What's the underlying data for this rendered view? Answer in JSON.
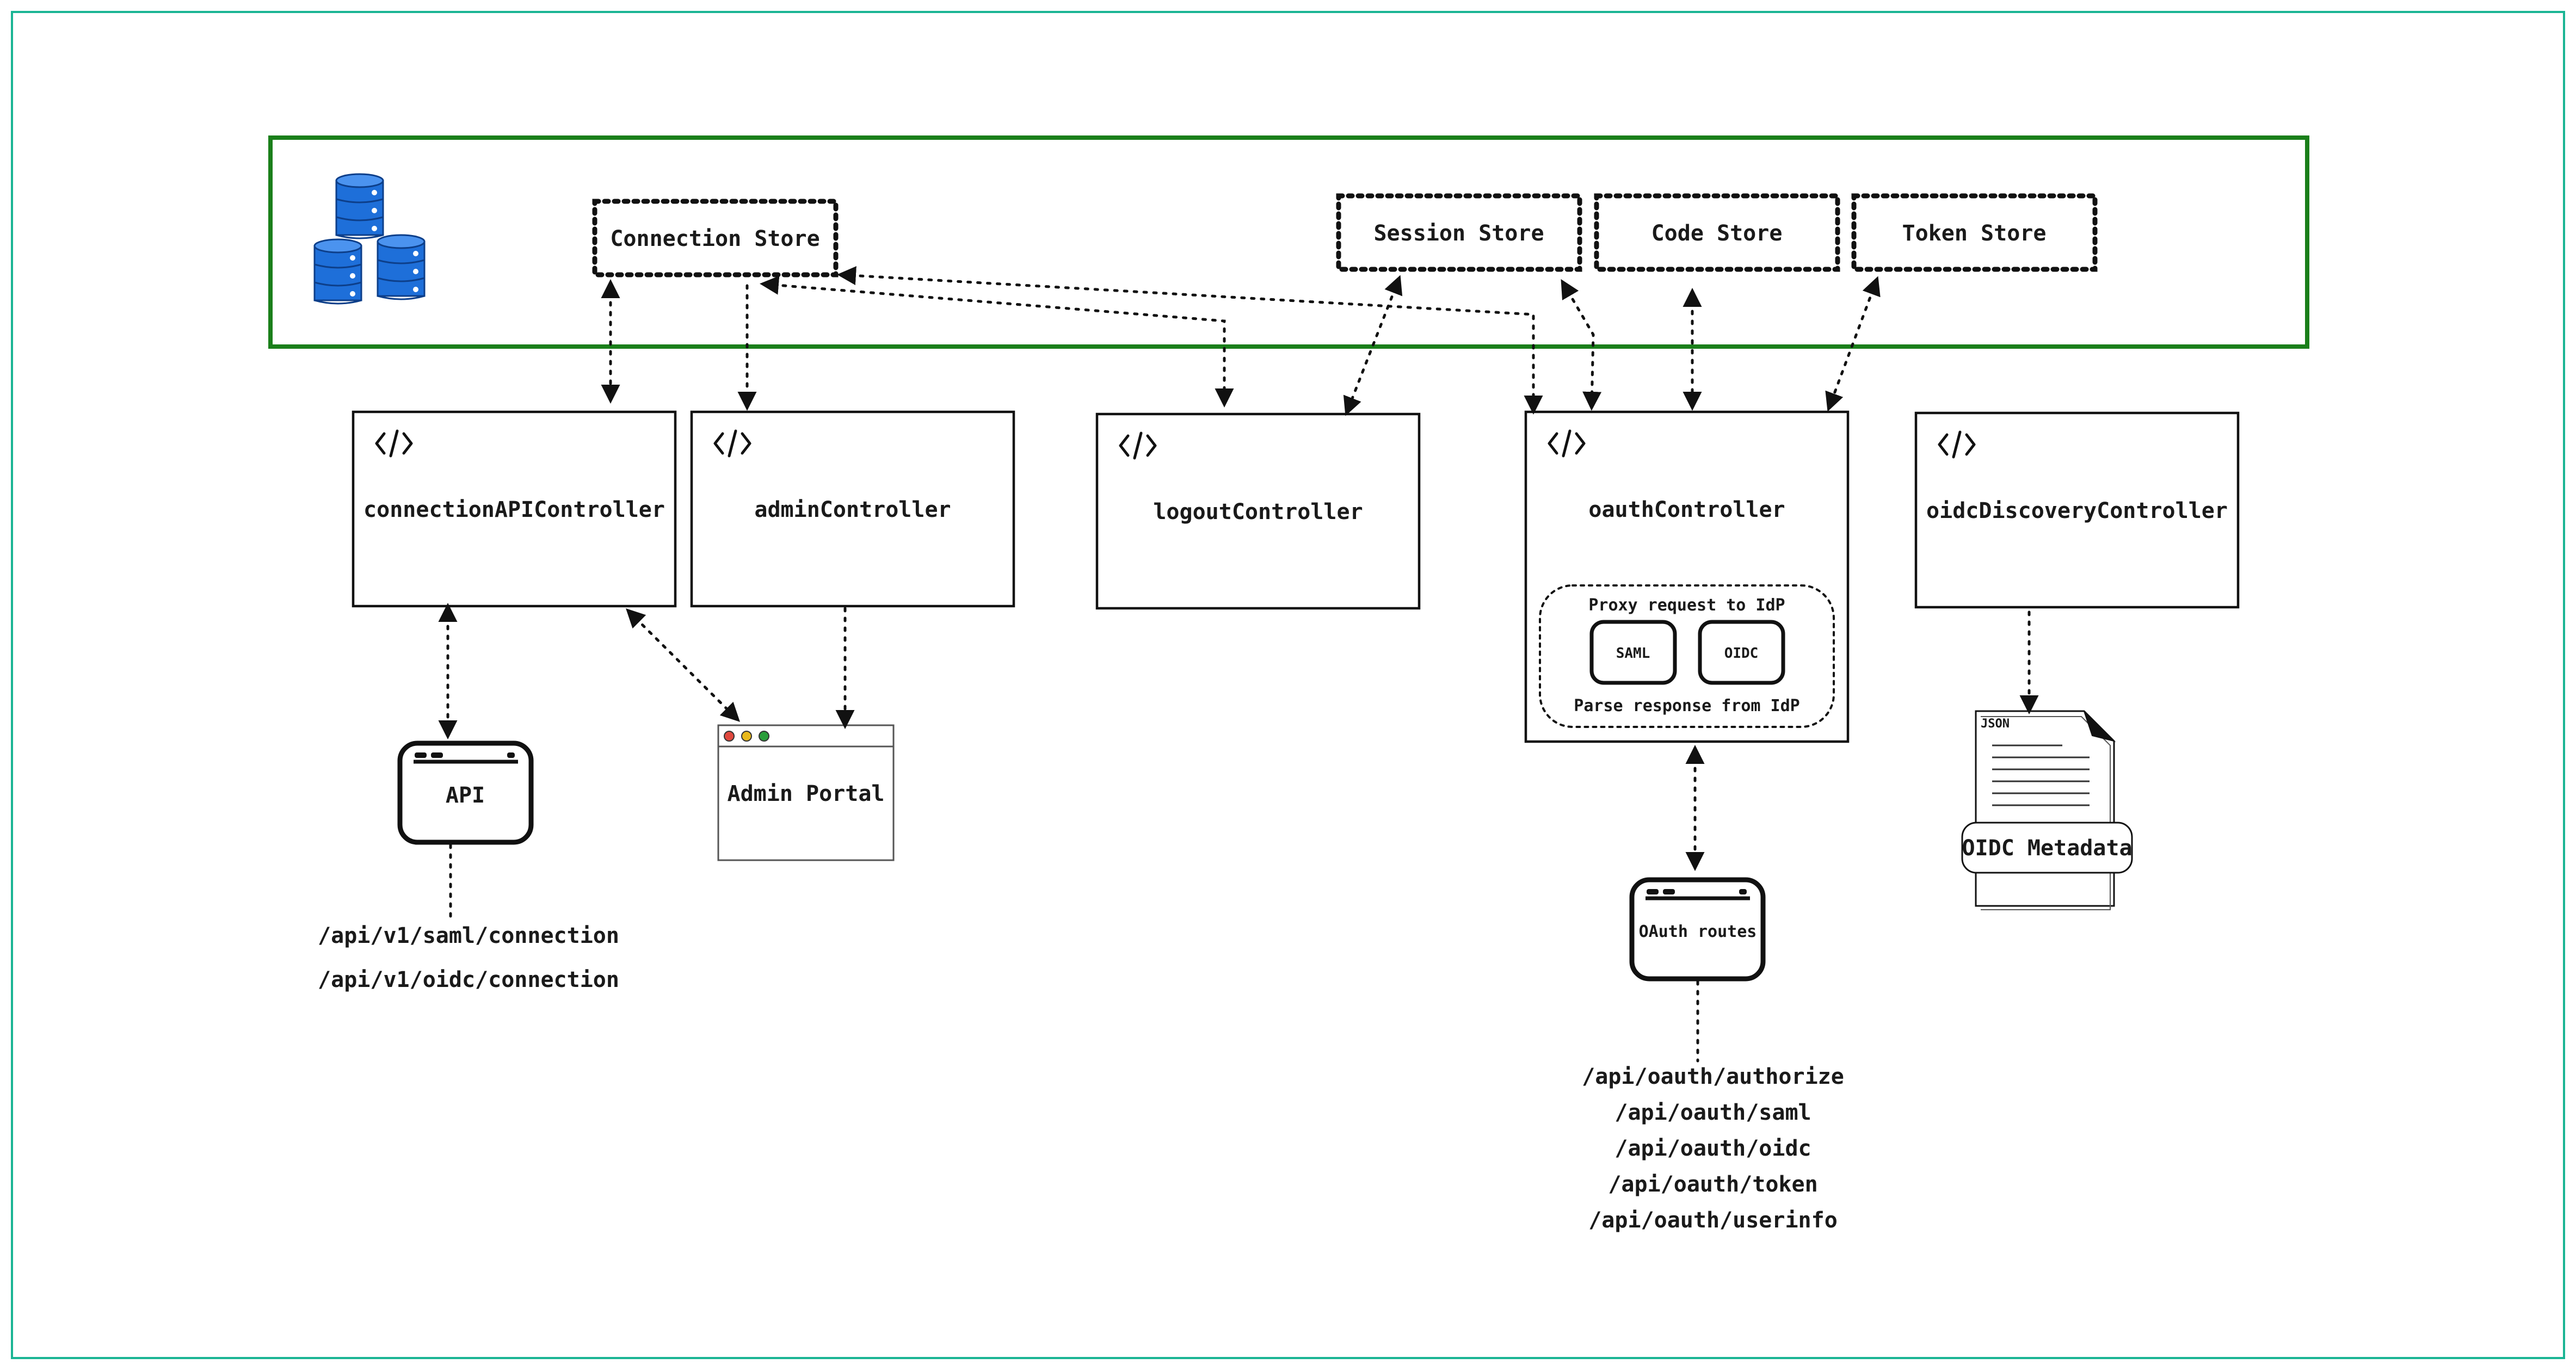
{
  "stores": {
    "connection": "Connection Store",
    "session": "Session Store",
    "code": "Code Store",
    "token": "Token Store"
  },
  "controllers": {
    "connection_api": "connectionAPIController",
    "admin": "adminController",
    "logout": "logoutController",
    "oauth": "oauthController",
    "oidc_discovery": "oidcDiscoveryController"
  },
  "oauth_inner": {
    "proxy_label": "Proxy request to IdP",
    "saml": "SAML",
    "oidc": "OIDC",
    "parse_label": "Parse response from IdP"
  },
  "api_node": {
    "label": "API"
  },
  "admin_portal": {
    "label": "Admin Portal"
  },
  "oauth_routes": {
    "label": "OAuth routes"
  },
  "oidc_metadata": {
    "label": "OIDC Metadata",
    "doc_tag": "JSON"
  },
  "api_routes": [
    "/api/v1/saml/connection",
    "/api/v1/oidc/connection"
  ],
  "oauth_route_list": [
    "/api/oauth/authorize",
    "/api/oauth/saml",
    "/api/oauth/oidc",
    "/api/oauth/token",
    "/api/oauth/userinfo"
  ],
  "colors": {
    "frame": "#1bb594",
    "storage_border": "#1a7f1a",
    "database": "#1e6fd9",
    "dot_red": "#e0483e",
    "dot_yellow": "#e8b81a",
    "dot_green": "#2a9d3a"
  },
  "icons": [
    "database-icon",
    "code-icon",
    "browser-window-icon",
    "json-document-icon"
  ]
}
